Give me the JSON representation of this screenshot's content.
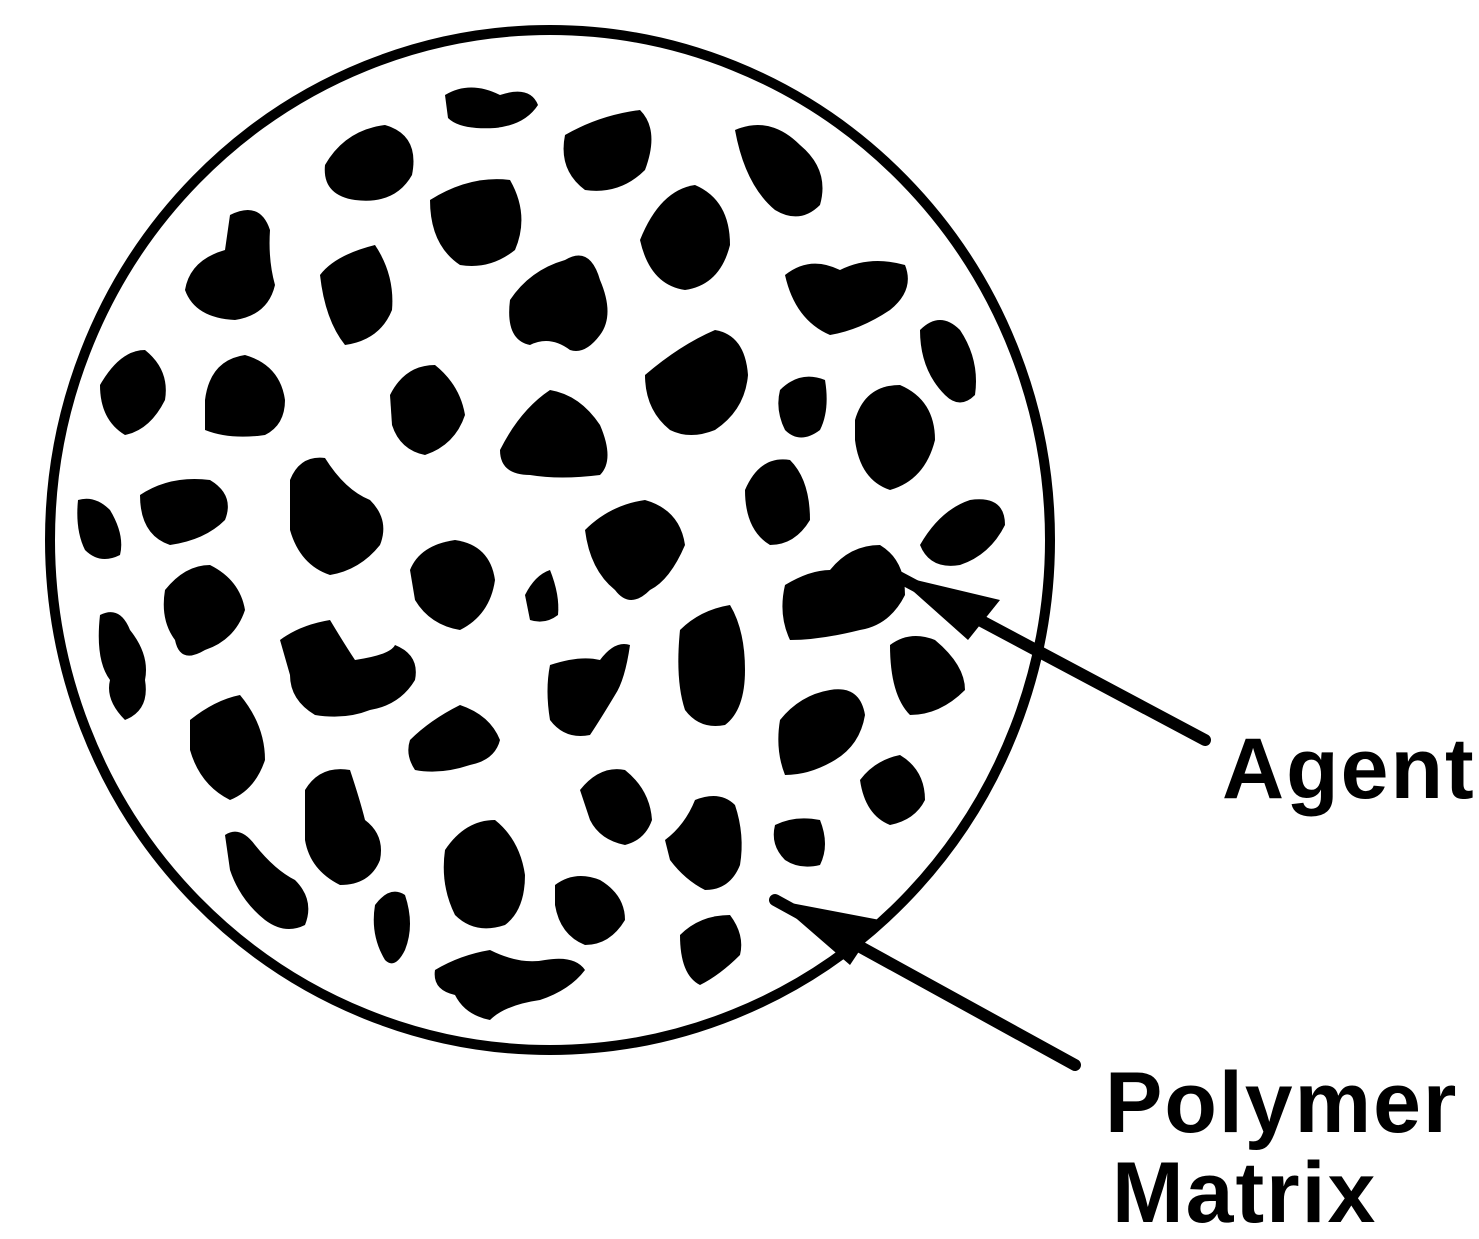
{
  "diagram": {
    "labels": {
      "agent": "Agent",
      "matrix_line1": "Polymer",
      "matrix_line2": "Matrix"
    },
    "colors": {
      "ink": "#000000",
      "paper": "#ffffff"
    }
  }
}
